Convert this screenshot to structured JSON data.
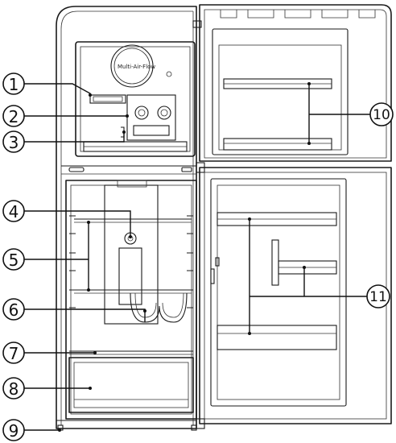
{
  "diagram": {
    "badge_text": "Multi-Air-Flow",
    "callouts": [
      {
        "number": "1"
      },
      {
        "number": "2"
      },
      {
        "number": "3"
      },
      {
        "number": "4"
      },
      {
        "number": "5"
      },
      {
        "number": "6"
      },
      {
        "number": "7"
      },
      {
        "number": "8"
      },
      {
        "number": "9"
      },
      {
        "number": "10"
      },
      {
        "number": "11"
      }
    ]
  }
}
